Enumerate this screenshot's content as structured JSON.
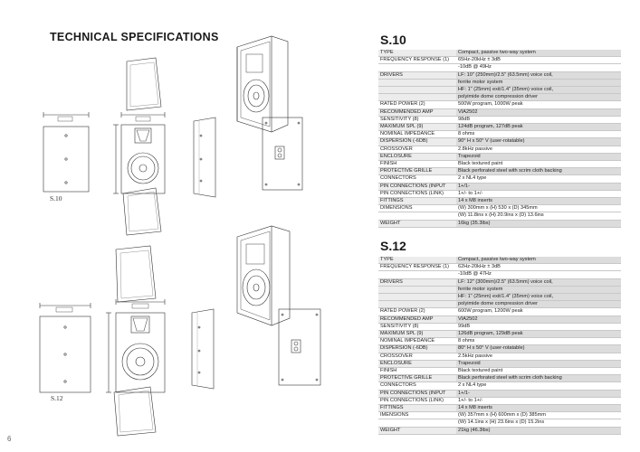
{
  "page": {
    "title": "TECHNICAL SPECIFICATIONS",
    "number": "6"
  },
  "figures": {
    "s10_label": "S.10",
    "s12_label": "S.12"
  },
  "models": [
    {
      "name": "S.10",
      "specs": [
        {
          "key": "TYPE",
          "lines": [
            "Compact, passive two-way system"
          ]
        },
        {
          "key": "FREQUENCY RESPONSE (1)",
          "lines": [
            "65Hz-20kHz ± 3dB",
            "-10dB @ 49Hz"
          ]
        },
        {
          "key": "DRIVERS",
          "lines": [
            "LF: 10\" (250mm)/2.5\" (63.5mm) voice coil,",
            "ferrite motor system",
            "HF: 1\" (25mm) exit/1.4\" (35mm) voice coil,",
            "polyimide dome compression driver"
          ]
        },
        {
          "key": "RATED POWER (2)",
          "lines": [
            "500W program, 1000W peak"
          ]
        },
        {
          "key": "RECOMMENDED AMP",
          "lines": [
            "VIA2502"
          ]
        },
        {
          "key": "SENSITIVITY (8)",
          "lines": [
            "98dB"
          ]
        },
        {
          "key": "MAXIMUM SPL (9)",
          "lines": [
            "124dB program, 127dB peak"
          ]
        },
        {
          "key": "NOMINAL IMPEDANCE",
          "lines": [
            "8 ohms"
          ]
        },
        {
          "key": "DISPERSION (-6dB)",
          "lines": [
            "90° H x 50° V (user-rotatable)"
          ]
        },
        {
          "key": "CROSSOVER",
          "lines": [
            "2.8kHz passive"
          ]
        },
        {
          "key": "ENCLOSURE",
          "lines": [
            "Trapezoid"
          ]
        },
        {
          "key": "FINISH",
          "lines": [
            "Black textured paint"
          ]
        },
        {
          "key": "PROTECTIVE GRILLE",
          "lines": [
            "Black perforated steel with scrim cloth backing"
          ]
        },
        {
          "key": "CONNECTORS",
          "lines": [
            "2 x NL4 type"
          ]
        },
        {
          "key": "PIN CONNECTIONS (INPUT",
          "lines": [
            "1+/1-"
          ]
        },
        {
          "key": "PIN CONNECTIONS (LINK)",
          "lines": [
            "1+/- to 1+/-"
          ]
        },
        {
          "key": "FITTINGS",
          "lines": [
            "14 x M8 inserts"
          ]
        },
        {
          "key": "DIMENSIONS",
          "lines": [
            "(W) 300mm x (H) 530 x (D) 345mm",
            "(W) 11.8ins x (H) 20.9ins x (D) 13.6ins"
          ]
        },
        {
          "key": "WEIGHT",
          "lines": [
            "16kg (35.3lbs)"
          ]
        }
      ]
    },
    {
      "name": "S.12",
      "specs": [
        {
          "key": "TYPE",
          "lines": [
            "Compact, passive two-way system"
          ]
        },
        {
          "key": "FREQUENCY RESPONSE (1)",
          "lines": [
            "62Hz-20kHz ± 3dB",
            "-10dB @ 47Hz"
          ]
        },
        {
          "key": "DRIVERS",
          "lines": [
            "LF: 12\" (300mm)/2.5\" (63.5mm) voice coil,",
            "ferrite motor system",
            "HF: 1\" (25mm) exit/1.4\" (35mm) voice coil,",
            "polyimide dome compression driver"
          ]
        },
        {
          "key": "RATED POWER (2)",
          "lines": [
            "600W program, 1200W peak"
          ]
        },
        {
          "key": "RECOMMENDED AMP",
          "lines": [
            "VIA2502"
          ]
        },
        {
          "key": "SENSITIVITY (8)",
          "lines": [
            "99dB"
          ]
        },
        {
          "key": "MAXIMUM SPL (9)",
          "lines": [
            "126dB program, 129dB peak"
          ]
        },
        {
          "key": "NOMINAL IMPEDANCE",
          "lines": [
            "8 ohms"
          ]
        },
        {
          "key": "DISPERSION (-6dB)",
          "lines": [
            "80° H x 50° V (user-rotatable)"
          ]
        },
        {
          "key": "CROSSOVER",
          "lines": [
            "2.5kHz passive"
          ]
        },
        {
          "key": "ENCLOSURE",
          "lines": [
            "Trapezoid"
          ]
        },
        {
          "key": "FINISH",
          "lines": [
            "Black textured paint"
          ]
        },
        {
          "key": "PROTECTIVE GRILLE",
          "lines": [
            "Black perforated steel with scrim cloth backing"
          ]
        },
        {
          "key": "CONNECTORS",
          "lines": [
            "2 x NL4 type"
          ]
        },
        {
          "key": "PIN CONNECTIONS (INPUT",
          "lines": [
            "1+/1-"
          ]
        },
        {
          "key": "PIN CONNECTIONS (LINK)",
          "lines": [
            "1+/- to 1+/-"
          ]
        },
        {
          "key": "FITTINGS",
          "lines": [
            "14 x M8 inserts"
          ]
        },
        {
          "key": "IMENSIONS",
          "lines": [
            "(W) 357mm x (H) 600mm x (D) 385mm",
            "(W) 14.1ins x (H) 23.6ins x (D) 15.2ins"
          ]
        },
        {
          "key": "WEIGHT",
          "lines": [
            "21kg (46.3lbs)"
          ]
        }
      ]
    }
  ]
}
